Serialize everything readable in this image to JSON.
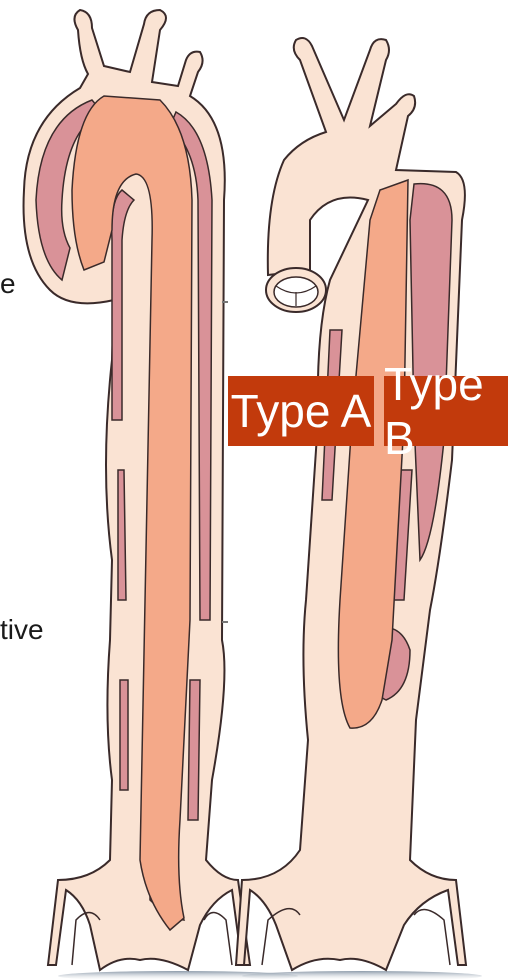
{
  "labels": {
    "type_a": "Type A",
    "type_b": "Type B"
  },
  "cut_text": {
    "top": "e",
    "bottom": "tive"
  },
  "colors": {
    "outer_wall": "#fae3d3",
    "true_lumen": "#f4a989",
    "false_lumen": "#d99298",
    "outline": "#3a2a2a",
    "label_bg": "#c23a0c",
    "label_text": "#ffffff"
  }
}
